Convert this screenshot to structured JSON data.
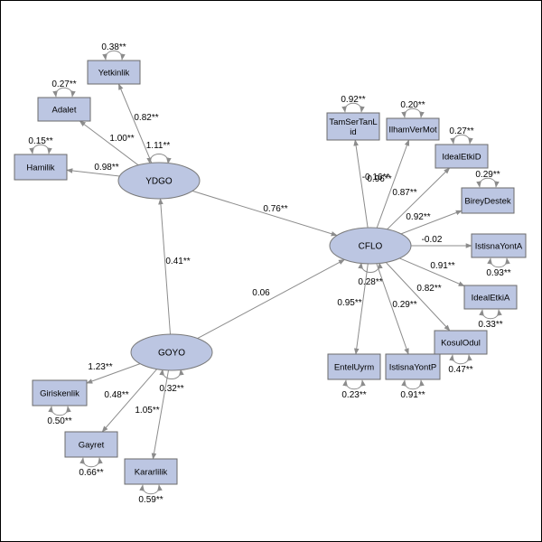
{
  "latents": [
    {
      "id": "YDGO",
      "label": "YDGO"
    },
    {
      "id": "GOYO",
      "label": "GOYO"
    },
    {
      "id": "CFLO",
      "label": "CFLO"
    }
  ],
  "indicators": [
    {
      "id": "yetkinlik",
      "lines": [
        "Yetkinlik"
      ],
      "error": "0.38**"
    },
    {
      "id": "adalet",
      "lines": [
        "Adalet"
      ],
      "error": "0.27**"
    },
    {
      "id": "hamilik",
      "lines": [
        "Hamilik"
      ],
      "error": "0.15**"
    },
    {
      "id": "tamsertanlid",
      "lines": [
        "TamSerTanL",
        "id"
      ],
      "error": "0.92**"
    },
    {
      "id": "ilhamvermot",
      "lines": [
        "IlhamVerMot"
      ],
      "error": "0.20**"
    },
    {
      "id": "idealetkid",
      "lines": [
        "IdealEtkiD"
      ],
      "error": "0.27**"
    },
    {
      "id": "bireydestek",
      "lines": [
        "BireyDestek"
      ],
      "error": "0.29**"
    },
    {
      "id": "istisnayonta",
      "lines": [
        "IstisnaYontA"
      ],
      "error": "0.93**"
    },
    {
      "id": "idealetkia",
      "lines": [
        "IdealEtkiA"
      ],
      "error": "0.33**"
    },
    {
      "id": "kosulodul",
      "lines": [
        "KosulOdul"
      ],
      "error": "0.47**"
    },
    {
      "id": "entelluyrm",
      "lines": [
        "EntelUyrm"
      ],
      "error": "0.23**"
    },
    {
      "id": "istisnayontp",
      "lines": [
        "IstisnaYontP"
      ],
      "error": "0.91**"
    },
    {
      "id": "giriskenlik",
      "lines": [
        "Giriskenlik"
      ],
      "error": "0.50**"
    },
    {
      "id": "gayret",
      "lines": [
        "Gayret"
      ],
      "error": "0.66**"
    },
    {
      "id": "kararlilik",
      "lines": [
        "Kararlilik"
      ],
      "error": "0.59**"
    }
  ],
  "paths": [
    {
      "from": "YDGO",
      "to": "yetkinlik",
      "label": "0.82**"
    },
    {
      "from": "YDGO",
      "to": "adalet",
      "label": "1.00**"
    },
    {
      "from": "YDGO",
      "to": "hamilik",
      "label": "0.98**"
    },
    {
      "from": "YDGO",
      "to": "CFLO",
      "label": "0.76**"
    },
    {
      "from": "GOYO",
      "to": "YDGO",
      "label": "0.41**"
    },
    {
      "from": "GOYO",
      "to": "CFLO",
      "label": "0.06"
    },
    {
      "from": "GOYO",
      "to": "giriskenlik",
      "label": "1.23**"
    },
    {
      "from": "GOYO",
      "to": "gayret",
      "label": "0.48**"
    },
    {
      "from": "GOYO",
      "to": "kararlilik",
      "label": "1.05**"
    },
    {
      "from": "CFLO",
      "to": "tamsertanlid",
      "label": "-0.16**"
    },
    {
      "from": "CFLO",
      "to": "ilhamvermot",
      "label": "0.96**"
    },
    {
      "from": "CFLO",
      "to": "idealetkid",
      "label": "0.87**"
    },
    {
      "from": "CFLO",
      "to": "bireydestek",
      "label": "0.92**"
    },
    {
      "from": "CFLO",
      "to": "istisnayonta",
      "label": "-0.02"
    },
    {
      "from": "CFLO",
      "to": "idealetkia",
      "label": "0.91**"
    },
    {
      "from": "CFLO",
      "to": "kosulodul",
      "label": "0.82**"
    },
    {
      "from": "CFLO",
      "to": "entelluyrm",
      "label": "0.95**"
    },
    {
      "from": "CFLO",
      "to": "istisnayontp",
      "label": "0.29**"
    }
  ],
  "latent_variances": [
    {
      "latent": "YDGO",
      "label": "1.11**"
    },
    {
      "latent": "CFLO",
      "label": "0.28**"
    },
    {
      "latent": "GOYO",
      "label": "0.32**"
    }
  ]
}
